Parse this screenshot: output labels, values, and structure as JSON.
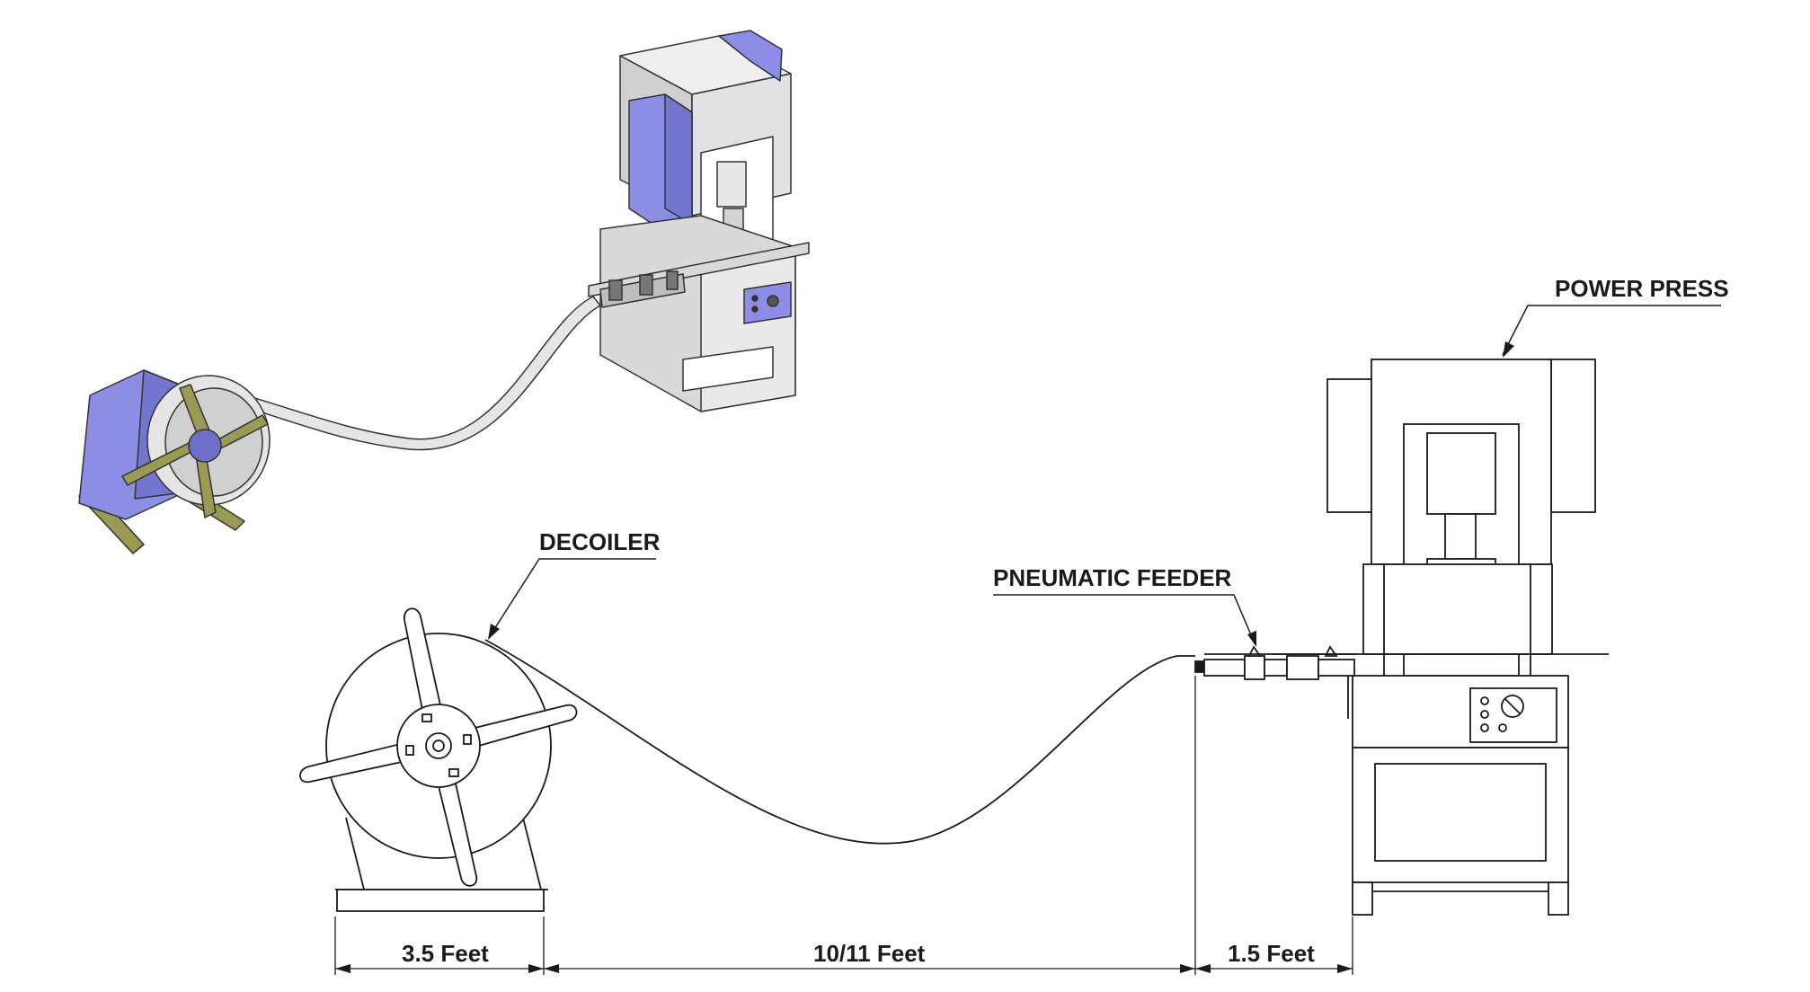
{
  "labels": {
    "power_press": "POWER PRESS",
    "decoiler": "DECOILER",
    "pneumatic_feeder": "PNEUMATIC FEEDER"
  },
  "dimensions": {
    "decoiler_width": "3.5 Feet",
    "coil_loop_span": "10/11 Feet",
    "feeder_to_press": "1.5 Feet"
  },
  "colors": {
    "machine_blue": "#8c8ee6",
    "machine_grey": "#d9d9d9",
    "arm_olive": "#9a9a52",
    "line": "#1a1a1a"
  },
  "icons": [
    "power-press-3d-icon",
    "decoiler-3d-icon",
    "feeder-3d-icon"
  ]
}
